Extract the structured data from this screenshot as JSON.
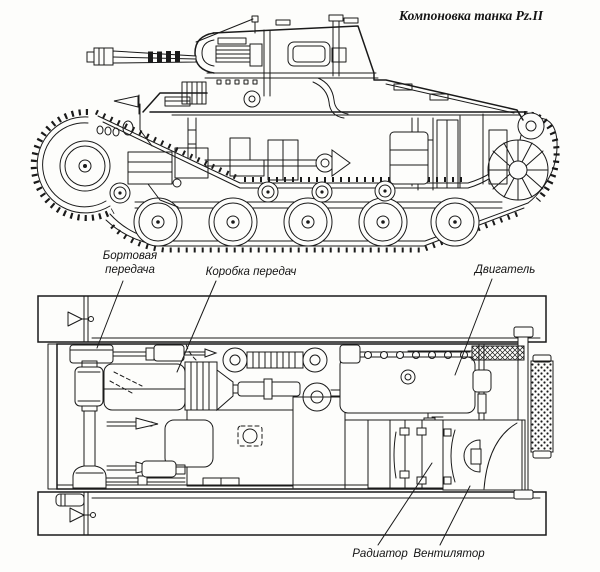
{
  "title": "Компоновка танка Pz.II",
  "labels": {
    "final_drive_line1": "Бортовая",
    "final_drive_line2": "передача",
    "gearbox": "Коробка передач",
    "engine": "Двигатель",
    "radiator": "Радиатор",
    "fan": "Вентилятор"
  },
  "colors": {
    "ink": "#1a1a1a",
    "paper": "#fdfdfb"
  }
}
